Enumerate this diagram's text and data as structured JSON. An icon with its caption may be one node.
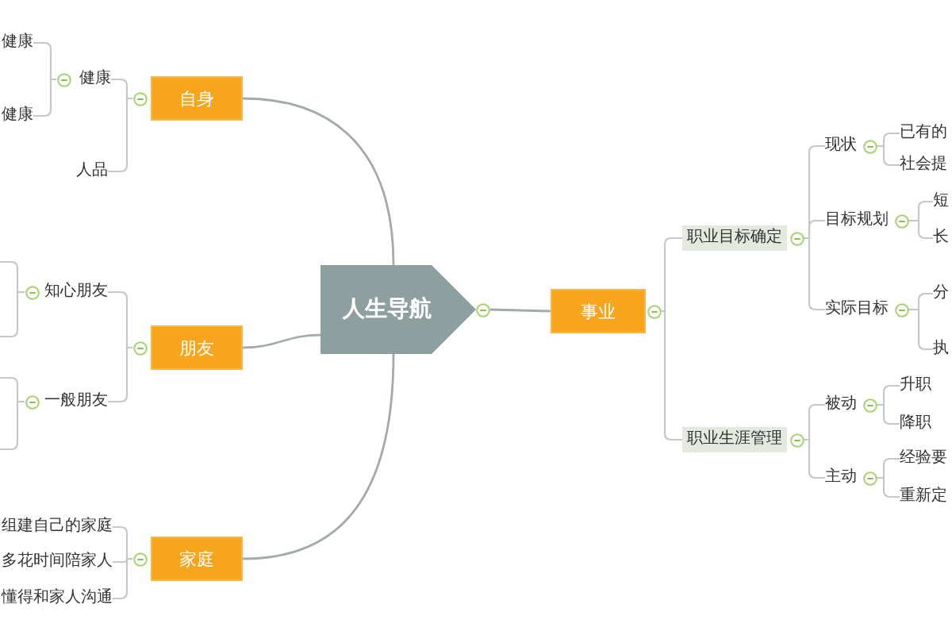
{
  "diagram": {
    "nodes": [
      {
        "text": [
          "人生导航"
        ]
      },
      {
        "text": [
          "自身"
        ]
      },
      {
        "text": [
          "健康"
        ]
      },
      {
        "text": [
          "健康"
        ]
      },
      {
        "text": [
          "健康"
        ]
      },
      {
        "text": [
          "人品"
        ]
      },
      {
        "text": [
          "朋友"
        ]
      },
      {
        "text": [
          "知心朋友"
        ]
      },
      {
        "text": [
          "一般朋友"
        ]
      },
      {
        "text": [
          "家庭"
        ]
      },
      {
        "text": [
          "组建自己的家庭"
        ]
      },
      {
        "text": [
          "多花时间陪家人"
        ]
      },
      {
        "text": [
          "懂得和家人沟通"
        ]
      },
      {
        "text": [
          "事业"
        ]
      },
      {
        "text": [
          "职业目标确定"
        ]
      },
      {
        "text": [
          "现状"
        ]
      },
      {
        "text": [
          "已有的"
        ]
      },
      {
        "text": [
          "社会提"
        ]
      },
      {
        "text": [
          "目标规划"
        ]
      },
      {
        "text": [
          "短"
        ]
      },
      {
        "text": [
          "长"
        ]
      },
      {
        "text": [
          "实际目标"
        ]
      },
      {
        "text": [
          "分"
        ]
      },
      {
        "text": [
          "执"
        ]
      },
      {
        "text": [
          "职业生涯管理"
        ]
      },
      {
        "text": [
          "被动"
        ]
      },
      {
        "text": [
          "升职"
        ]
      },
      {
        "text": [
          "降职"
        ]
      },
      {
        "text": [
          "主动"
        ]
      },
      {
        "text": [
          "经验要"
        ]
      },
      {
        "text": [
          "重新定"
        ]
      }
    ],
    "edges": [
      {
        "from": 0,
        "to": 1,
        "arrow": "none",
        "color": "#a3aaaa"
      },
      {
        "from": 0,
        "to": 6,
        "arrow": "none",
        "color": "#a3aaaa"
      },
      {
        "from": 0,
        "to": 9,
        "arrow": "none",
        "color": "#a3aaaa"
      },
      {
        "from": 0,
        "to": 13,
        "arrow": "none",
        "color": "#a3aaaa"
      },
      {
        "from": 1,
        "to": 2,
        "arrow": "none"
      },
      {
        "from": 1,
        "to": 5,
        "arrow": "none"
      },
      {
        "from": 2,
        "to": 3,
        "arrow": "none"
      },
      {
        "from": 2,
        "to": 4,
        "arrow": "none"
      },
      {
        "from": 6,
        "to": 7,
        "arrow": "none"
      },
      {
        "from": 6,
        "to": 8,
        "arrow": "none"
      },
      {
        "from": 7,
        "to": null,
        "arrow": "none"
      },
      {
        "from": 7,
        "to": null,
        "arrow": "none"
      },
      {
        "from": 8,
        "to": null,
        "arrow": "none"
      },
      {
        "from": 8,
        "to": null,
        "arrow": "none"
      },
      {
        "from": 9,
        "to": 10,
        "arrow": "none"
      },
      {
        "from": 9,
        "to": 11,
        "arrow": "none"
      },
      {
        "from": 9,
        "to": 12,
        "arrow": "none"
      },
      {
        "from": 13,
        "to": 14,
        "arrow": "none"
      },
      {
        "from": 13,
        "to": 24,
        "arrow": "none"
      },
      {
        "from": 14,
        "to": 15,
        "arrow": "none"
      },
      {
        "from": 14,
        "to": 18,
        "arrow": "none"
      },
      {
        "from": 14,
        "to": 21,
        "arrow": "none"
      },
      {
        "from": 15,
        "to": 16,
        "arrow": "none"
      },
      {
        "from": 15,
        "to": 17,
        "arrow": "none"
      },
      {
        "from": 18,
        "to": 19,
        "arrow": "none"
      },
      {
        "from": 18,
        "to": 20,
        "arrow": "none"
      },
      {
        "from": 21,
        "to": 22,
        "arrow": "none"
      },
      {
        "from": 21,
        "to": 23,
        "arrow": "none"
      },
      {
        "from": 24,
        "to": 25,
        "arrow": "none"
      },
      {
        "from": 24,
        "to": 28,
        "arrow": "none"
      },
      {
        "from": 25,
        "to": 26,
        "arrow": "none"
      },
      {
        "from": 25,
        "to": 27,
        "arrow": "none"
      },
      {
        "from": 28,
        "to": 29,
        "arrow": "none"
      },
      {
        "from": 28,
        "to": 30,
        "arrow": "none"
      }
    ]
  }
}
